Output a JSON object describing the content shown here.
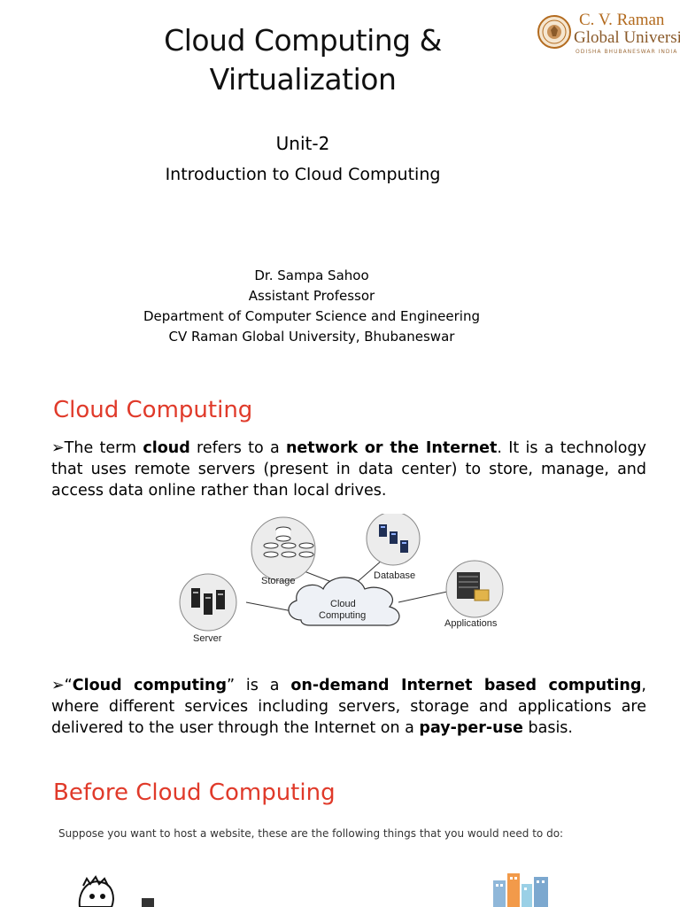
{
  "slide1": {
    "title_line1": "Cloud Computing &",
    "title_line2": "Virtualization",
    "logo": {
      "name_line1": "C. V. Raman",
      "name_line2": "Global University",
      "tagline": "ODISHA BHUBANESWAR INDIA"
    },
    "unit": "Unit-2",
    "unit_subtitle": "Introduction to Cloud Computing",
    "author": {
      "name": "Dr. Sampa Sahoo",
      "designation": "Assistant Professor",
      "department": "Department of Computer Science and Engineering",
      "institution": "CV Raman Global University, Bhubaneswar"
    }
  },
  "slide2": {
    "heading": "Cloud Computing",
    "para1": {
      "bullet": "➢",
      "t1": "The term ",
      "b1": "cloud",
      "t2": " refers to a ",
      "b2": "network or the Internet",
      "t3": ". It is a technology that uses remote servers (present in data center) to store, manage, and access data online rather than local drives."
    },
    "diagram": {
      "storage": "Storage",
      "database": "Database",
      "server": "Server",
      "applications": "Applications",
      "cloud_line1": "Cloud",
      "cloud_line2": "Computing"
    },
    "para2": {
      "bullet": "➢",
      "q1": "“",
      "b1": "Cloud computing",
      "t1": "” is a ",
      "b2": "on-demand Internet based computing",
      "t2": ", where different services including servers, storage and applications are delivered to the user through the Internet on a ",
      "b3": "pay-per-use",
      "t3": " basis."
    }
  },
  "slide3": {
    "heading": "Before Cloud Computing",
    "text": "Suppose you want to host a website, these are the following things that you would need to do:"
  },
  "colors": {
    "heading_red": "#e03a2a",
    "logo_gold": "#b36b1f"
  }
}
